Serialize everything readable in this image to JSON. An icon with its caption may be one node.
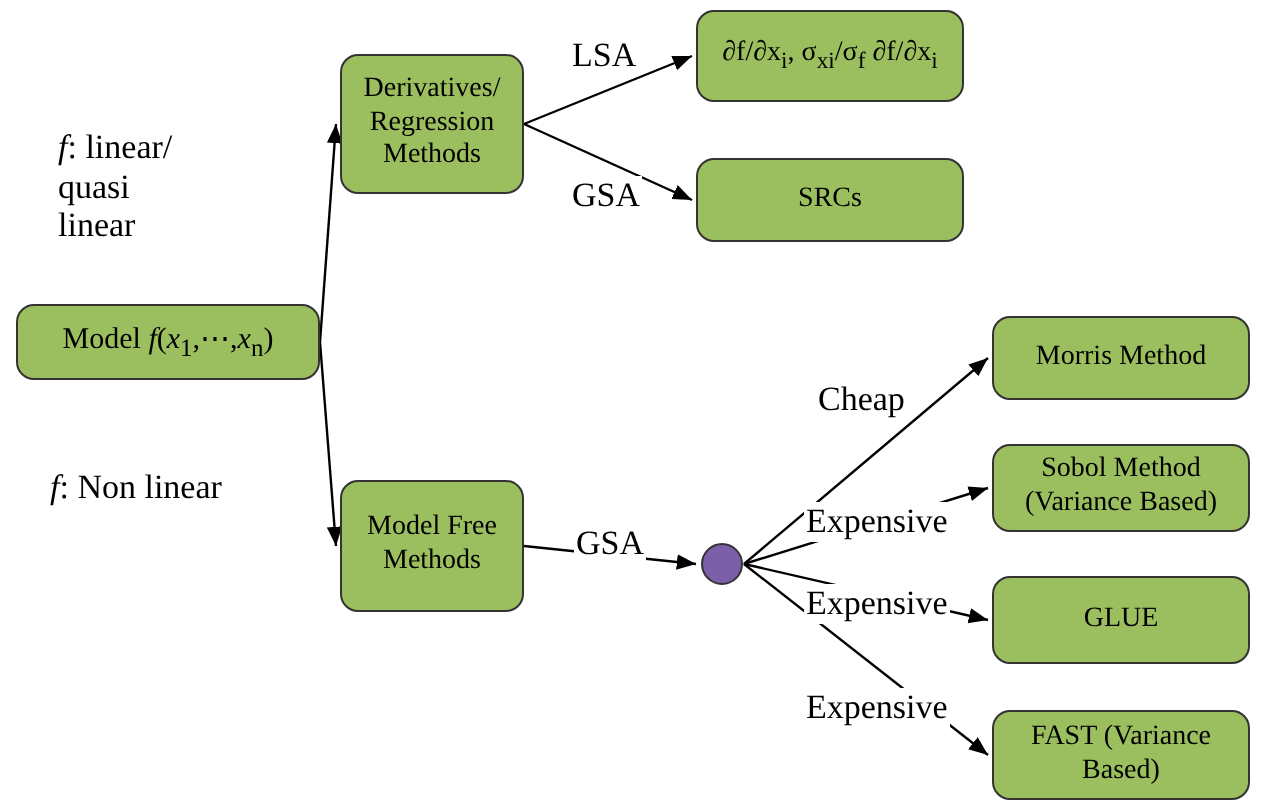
{
  "diagram": {
    "nodes": [
      {
        "text": [
          "Model *f*(*x*$_{1}$,⋯,*x*$_{n}$)"
        ]
      },
      {
        "text": [
          "Derivatives/ Regression Methods"
        ]
      },
      {
        "text": [
          "∂f/∂x$_{i}$, σ$_{xi}$/σ$_{f}$ ∂f/∂x$_{i}$"
        ]
      },
      {
        "text": [
          "SRCs"
        ]
      },
      {
        "text": [
          "Model Free Methods"
        ]
      },
      {
        "text": [],
        "shape": "circle"
      },
      {
        "text": [
          "Morris Method"
        ]
      },
      {
        "text": [
          "Sobol Method (Variance Based)"
        ]
      },
      {
        "text": [
          "GLUE"
        ]
      },
      {
        "text": [
          "FAST (Variance Based)"
        ]
      }
    ],
    "edges": [
      {
        "from": 0,
        "to": 1,
        "arrow": "to",
        "label": "*f*: linear/ quasi linear"
      },
      {
        "from": 0,
        "to": 4,
        "arrow": "to",
        "label": "*f*: Non linear"
      },
      {
        "from": 1,
        "to": 2,
        "arrow": "to",
        "label": "LSA"
      },
      {
        "from": 1,
        "to": 3,
        "arrow": "to",
        "label": "GSA"
      },
      {
        "from": 4,
        "to": 5,
        "arrow": "to",
        "label": "GSA"
      },
      {
        "from": 5,
        "to": 6,
        "arrow": "to",
        "label": "Cheap"
      },
      {
        "from": 5,
        "to": 7,
        "arrow": "to",
        "label": "Expensive"
      },
      {
        "from": 5,
        "to": 8,
        "arrow": "to",
        "label": "Expensive"
      },
      {
        "from": 5,
        "to": 9,
        "arrow": "to",
        "label": "Expensive"
      }
    ]
  }
}
